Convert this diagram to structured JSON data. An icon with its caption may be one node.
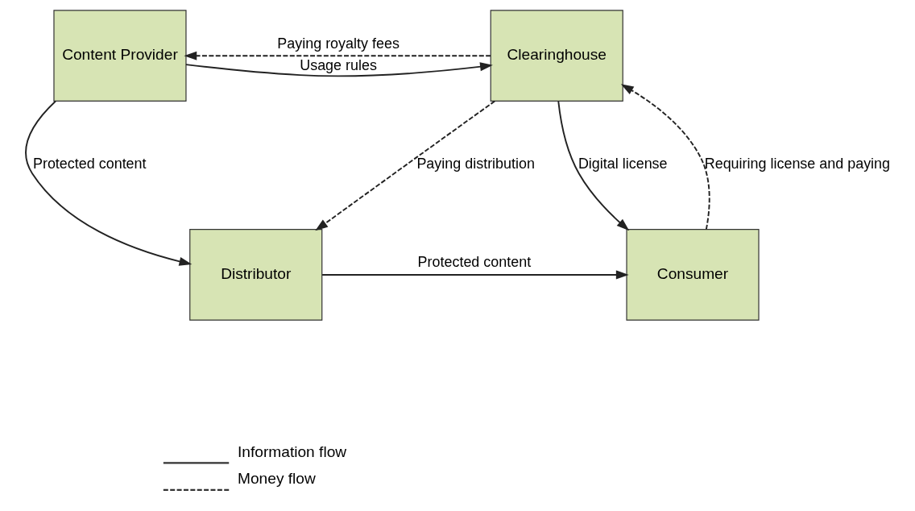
{
  "diagram": {
    "nodes": [
      {
        "text": [
          "Content Provider"
        ]
      },
      {
        "text": [
          "Clearinghouse"
        ]
      },
      {
        "text": [
          "Distributor"
        ]
      },
      {
        "text": [
          "Consumer"
        ]
      }
    ],
    "edges": [
      {
        "from": 1,
        "to": 0,
        "arrow": "to",
        "label": "Paying royalty fees",
        "style": "dashed"
      },
      {
        "from": 0,
        "to": 1,
        "arrow": "to",
        "label": "Usage rules"
      },
      {
        "from": 1,
        "to": 2,
        "arrow": "to",
        "label": "Paying distribution",
        "style": "dashed"
      },
      {
        "from": 0,
        "to": 2,
        "arrow": "to",
        "label": "Protected content"
      },
      {
        "from": 1,
        "to": 3,
        "arrow": "to",
        "label": "Digital license"
      },
      {
        "from": 3,
        "to": 1,
        "arrow": "to",
        "label": "Requiring license and paying",
        "style": "dashed"
      },
      {
        "from": 2,
        "to": 3,
        "arrow": "to",
        "label": "Protected content"
      }
    ],
    "legend": [
      {
        "text": "Information flow"
      },
      {
        "text": "Money flow"
      }
    ]
  }
}
